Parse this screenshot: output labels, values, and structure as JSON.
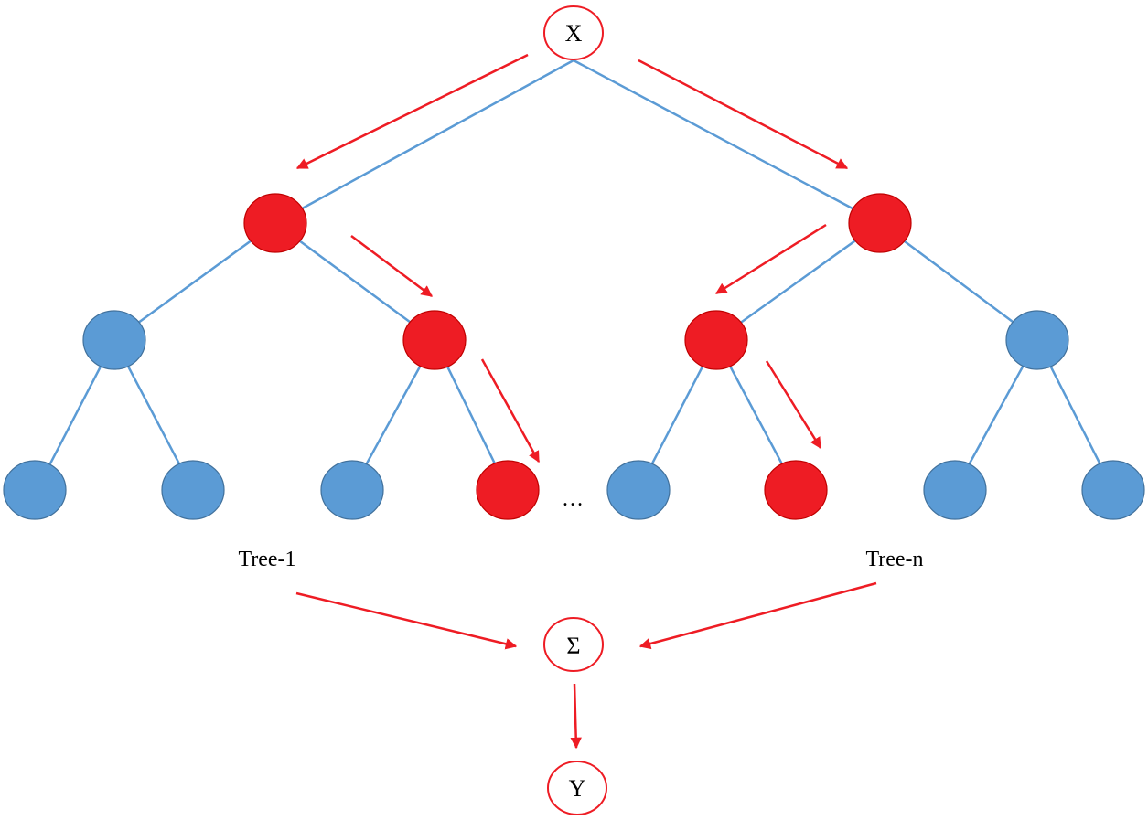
{
  "diagram": {
    "input_label": "X",
    "sum_label": "Σ",
    "output_label": "Y",
    "tree_1_label": "Tree-1",
    "tree_n_label": "Tree-n",
    "ellipsis": "…"
  },
  "colors": {
    "active_node": "#ee1c24",
    "inactive_node": "#5b9bd5",
    "edge": "#5b9bd5",
    "arrow": "#ee1c24"
  }
}
